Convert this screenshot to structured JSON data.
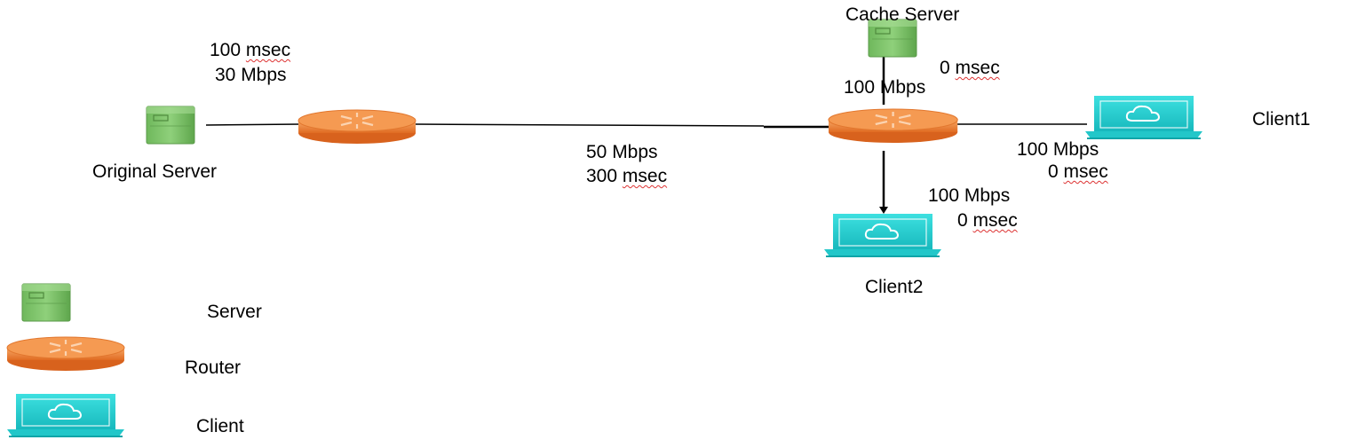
{
  "nodes": {
    "cache_server": "Cache Server",
    "original_server": "Original Server",
    "client1": "Client1",
    "client2": "Client2"
  },
  "links": {
    "origin_router": {
      "delay_num": "100",
      "delay_unit": "msec",
      "bandwidth": "30 Mbps"
    },
    "router_router": {
      "bandwidth": "50 Mbps",
      "delay_num": "300",
      "delay_unit": "msec"
    },
    "cache_router": {
      "delay_num": "0",
      "delay_unit": "msec",
      "bandwidth": "100 Mbps"
    },
    "router_client1": {
      "bandwidth": "100 Mbps",
      "delay_num": "0",
      "delay_unit": "msec"
    },
    "router_client2": {
      "bandwidth": "100 Mbps",
      "delay_num": "0",
      "delay_unit": "msec"
    }
  },
  "legend": {
    "server": "Server",
    "router": "Router",
    "client": "Client"
  },
  "colors": {
    "server_green": "#7dc36b",
    "router_orange": "#f0883c",
    "client_cyan": "#2ed3d3",
    "link": "#000000"
  }
}
